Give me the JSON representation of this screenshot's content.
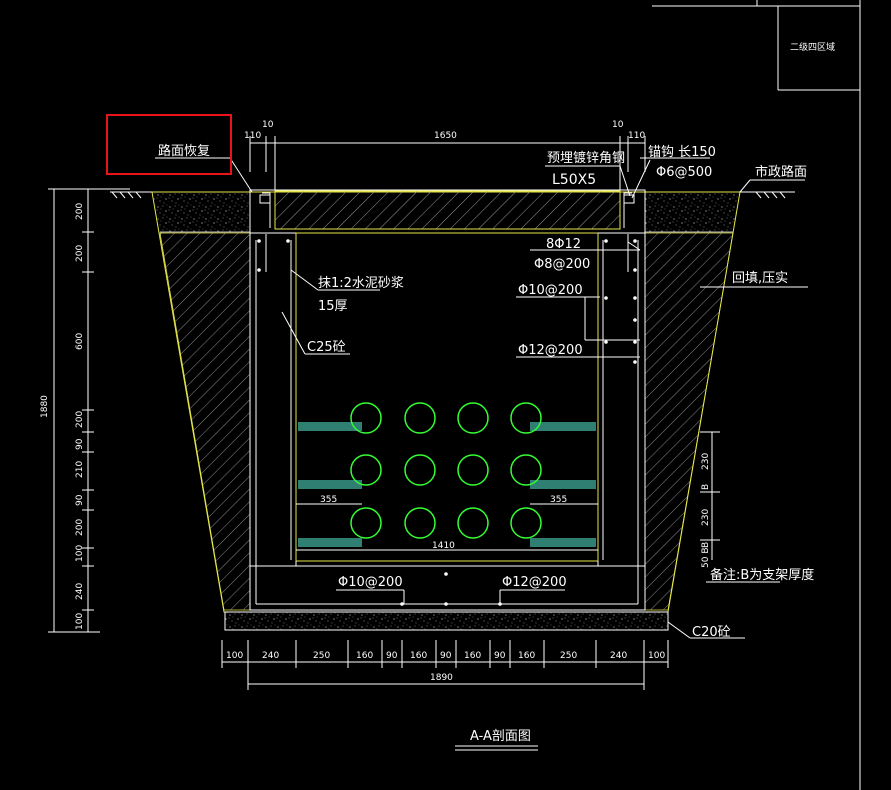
{
  "title_block": {
    "cell_label": "二级四区域"
  },
  "highlight": {
    "color": "#e8141a"
  },
  "labels": {
    "road_restore": "路面恢复",
    "angle_steel_1": "预埋镀锌角钢",
    "angle_steel_2": "L50X5",
    "anchor_1": "锚钩 长150",
    "anchor_2": "Φ6@500",
    "municipal_road": "市政路面",
    "rebar_top_1": "8Φ12",
    "rebar_top_2": "Φ8@200",
    "mortar_1": "抹1:2水泥砂浆",
    "mortar_2": "15厚",
    "backfill": "回填,压实",
    "rebar_mid_1": "Φ10@200",
    "concrete_c25": "C25砼",
    "rebar_mid_2": "Φ12@200",
    "note_b": "备注:B为支架厚度",
    "rebar_bot_1": "Φ10@200",
    "rebar_bot_2": "Φ12@200",
    "concrete_c20": "C20砼",
    "section_title": "A-A剖面图"
  },
  "dims": {
    "top": [
      "110",
      "10",
      "1650",
      "10",
      "110"
    ],
    "left_stack": [
      "200",
      "200",
      "600",
      "200",
      "90",
      "210",
      "90",
      "200",
      "100",
      "240",
      "100"
    ],
    "left_total": "1880",
    "bottom_chain": [
      "100",
      "240",
      "250",
      "160",
      "90",
      "160",
      "90",
      "160",
      "90",
      "160",
      "250",
      "240",
      "100"
    ],
    "bottom_total": "1890",
    "inner_left": "355",
    "inner_right": "355",
    "inner_width": "1410",
    "right_230_a": "230",
    "right_230_b": "230",
    "right_b_1": "B",
    "right_b_2": "B",
    "right_50_b": "50 B"
  },
  "colors": {
    "background": "#000000",
    "line_white": "#ffffff",
    "line_yellow": "#e6e64a",
    "hatch_gray": "#8a8a8a",
    "conduit_green": "#33ff33",
    "bracket_teal": "#3fa99a",
    "rebar_green": "#2bd42b"
  }
}
